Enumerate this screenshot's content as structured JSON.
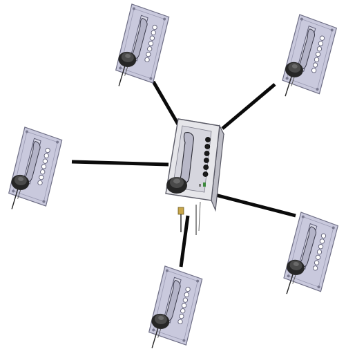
{
  "diagram": {
    "background": "#ffffff",
    "cable_color": "#0b0b0b",
    "plate_color": "#c9c9dd",
    "plate_edge": "#6f6f86",
    "box_color": "#e6e6ea",
    "box_edge": "#5a5a66",
    "handset_color": "#2a2a33",
    "keypad_color": "#ffffff",
    "knob_color": "#262626",
    "center_unit": {
      "type": "control-box",
      "label_text": ""
    },
    "stations": [
      {
        "id": "top-left",
        "type": "wall-phone"
      },
      {
        "id": "top-right",
        "type": "wall-phone"
      },
      {
        "id": "left",
        "type": "wall-phone"
      },
      {
        "id": "right",
        "type": "wall-phone"
      },
      {
        "id": "bottom",
        "type": "wall-phone"
      }
    ]
  }
}
